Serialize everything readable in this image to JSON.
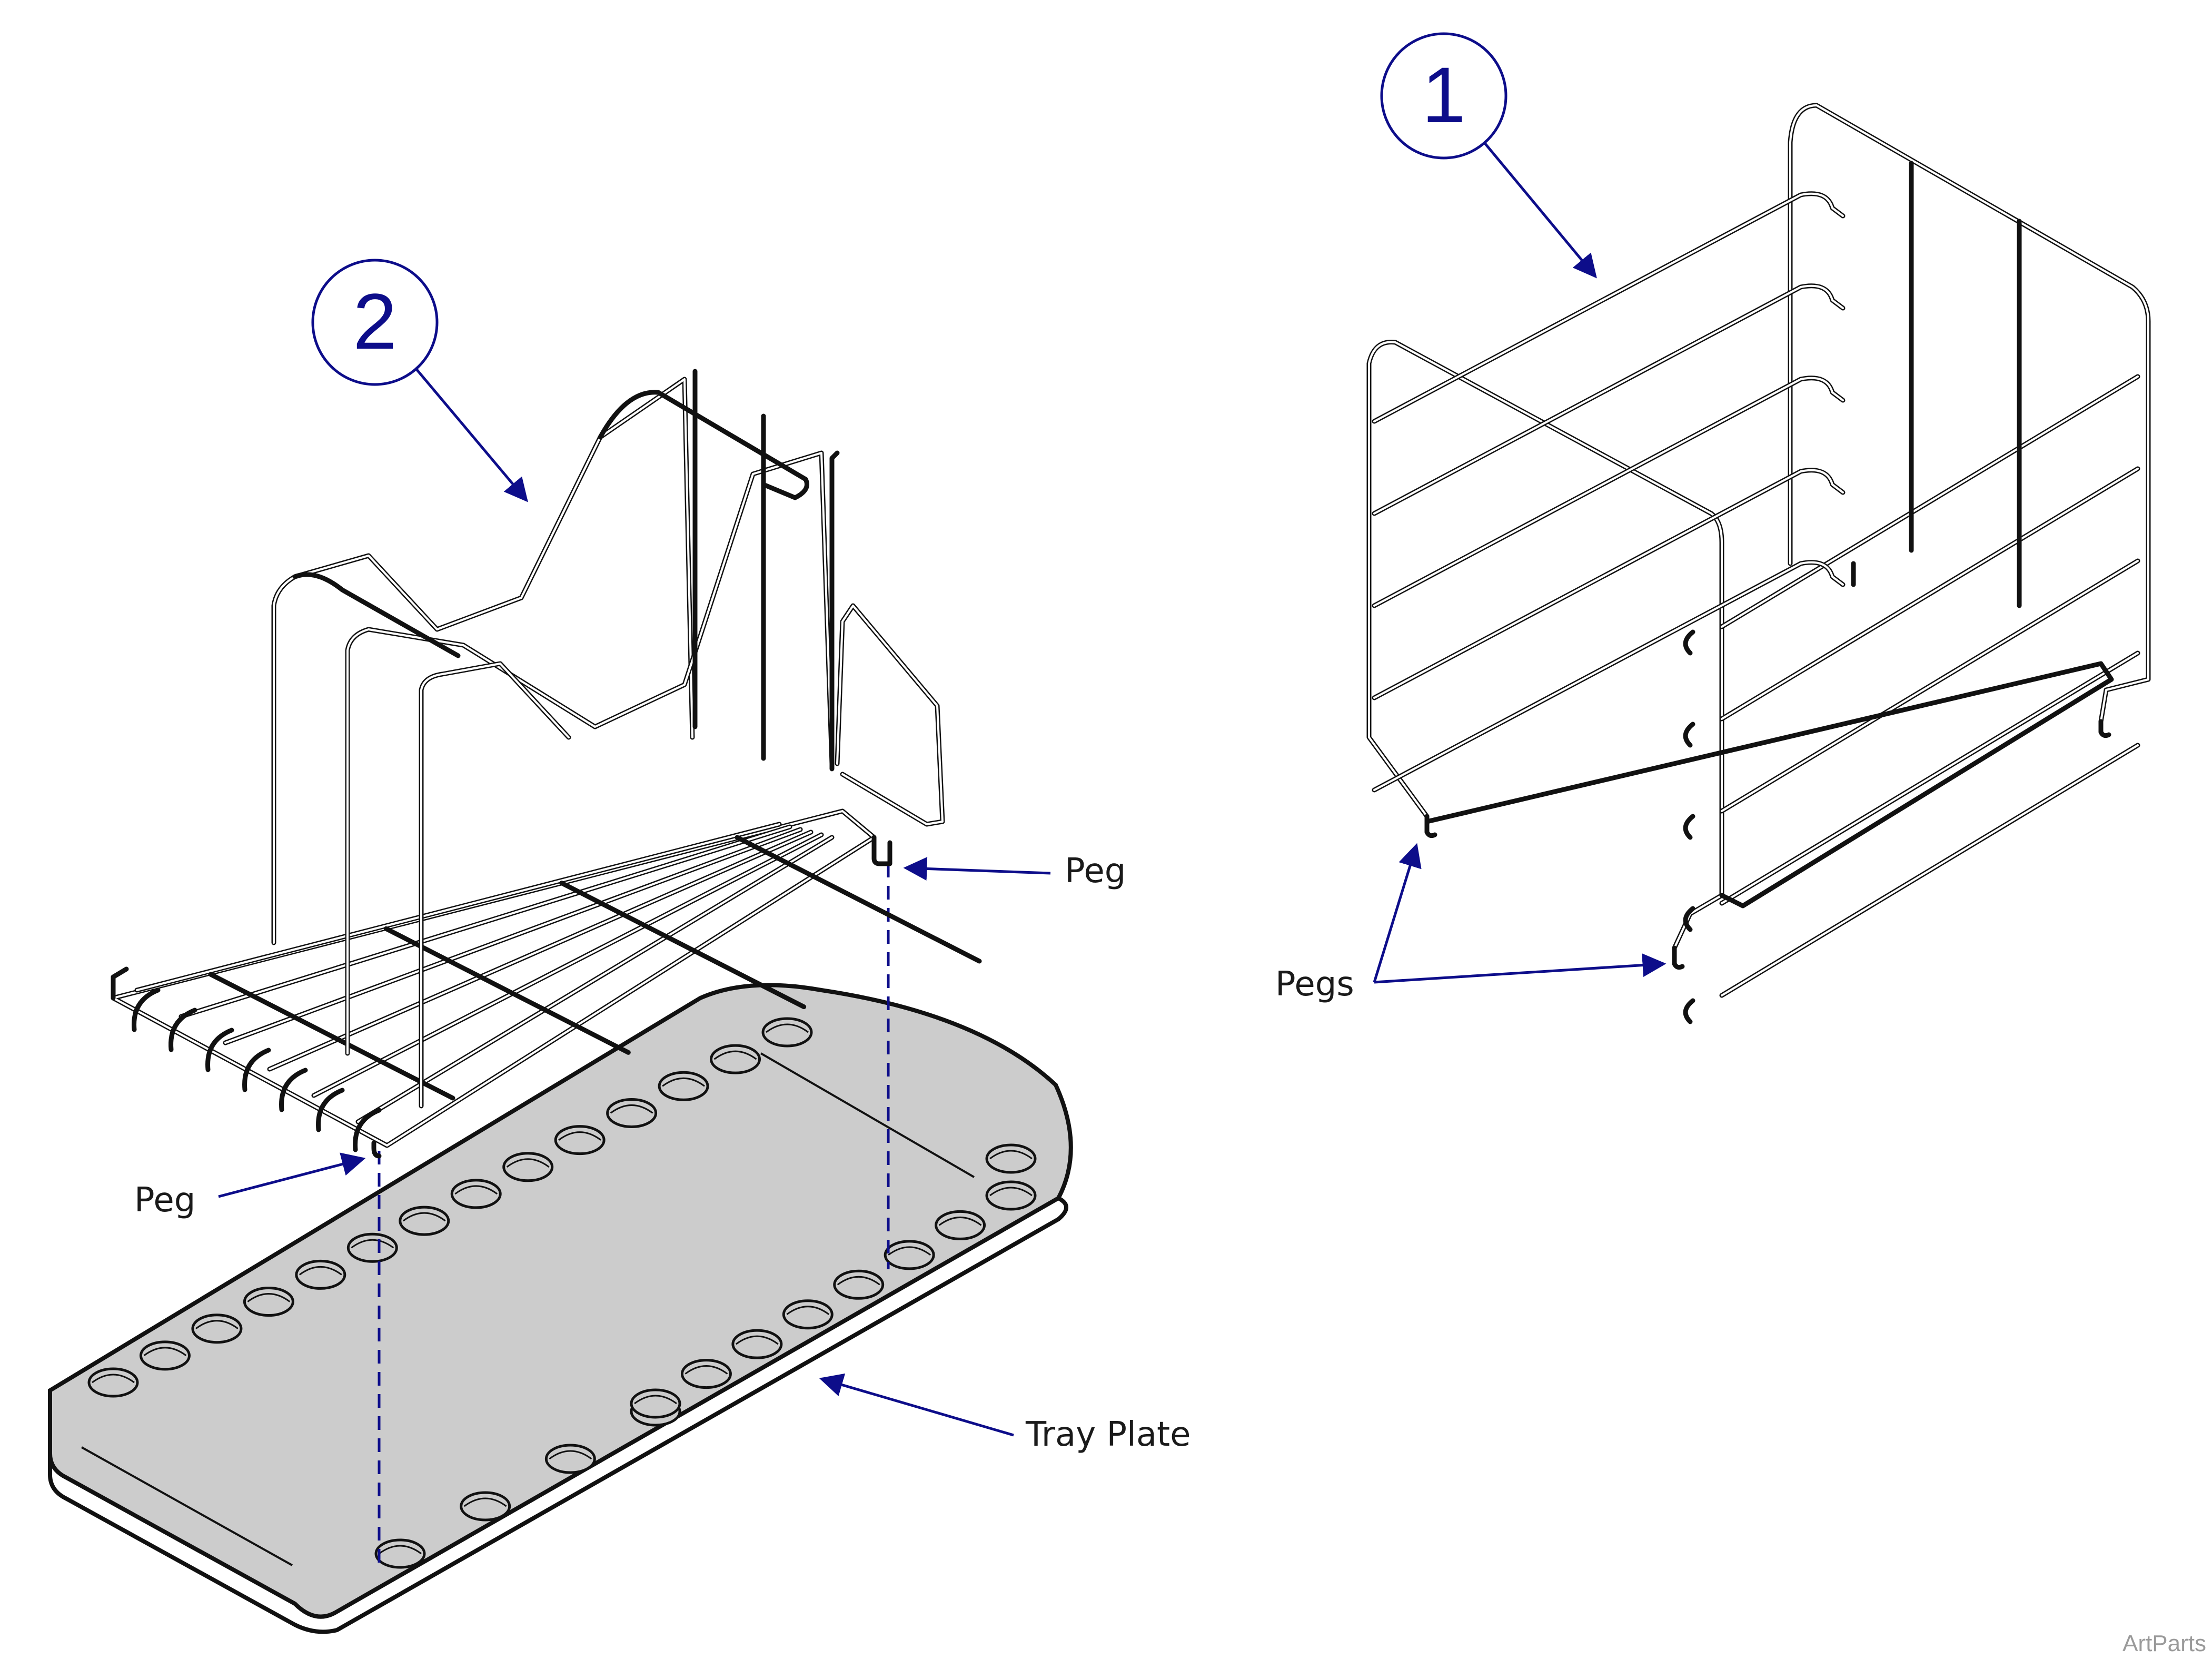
{
  "callouts": [
    {
      "number": "1"
    },
    {
      "number": "2"
    }
  ],
  "labels": {
    "peg_right": "Peg",
    "peg_left": "Peg",
    "pegs": "Pegs",
    "tray_plate": "Tray Plate"
  },
  "watermark": "ArtParts",
  "colors": {
    "leader": "#0d0d8a",
    "callout_circle": "#0d0d8a",
    "tray_fill": "#cccccc",
    "line": "#111111"
  }
}
